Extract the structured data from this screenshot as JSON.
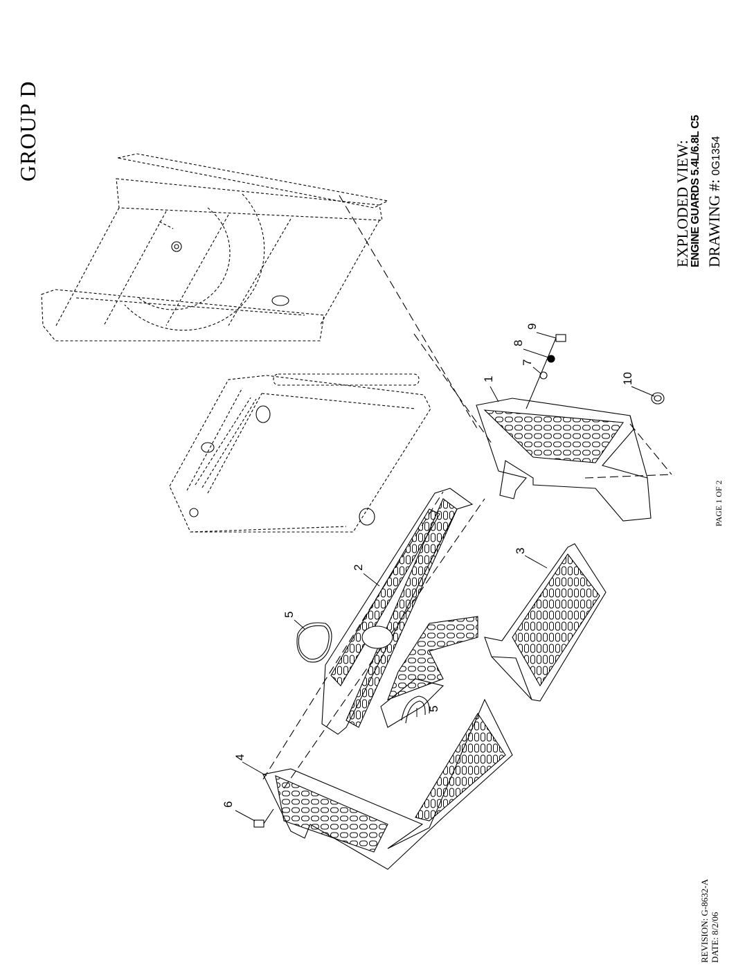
{
  "header": {
    "group_title": "GROUP D"
  },
  "title_block": {
    "view_title": "EXPLODED VIEW:",
    "subject": "ENGINE GUARDS 5.4L/6.8L C5",
    "drawing_label": "DRAWING #:",
    "drawing_number": "0G1354"
  },
  "footer": {
    "revision_label": "REVISION:",
    "revision_value": "G-8632-A",
    "date_label": "DATE:",
    "date_value": "8/2/06",
    "page_label": "PAGE 1 OF 2"
  },
  "callouts": [
    "1",
    "2",
    "3",
    "4",
    "5",
    "5",
    "6",
    "7",
    "8",
    "9",
    "10"
  ],
  "colors": {
    "ink": "#000000",
    "paper": "#ffffff"
  }
}
